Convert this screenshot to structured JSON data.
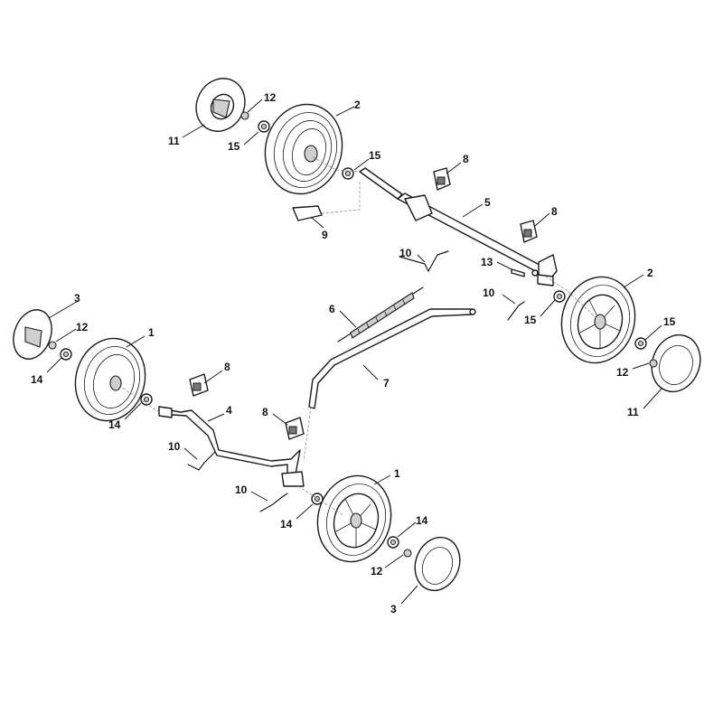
{
  "labels": [
    {
      "id": "c-11a",
      "text": "11"
    },
    {
      "id": "c-12a",
      "text": "12"
    },
    {
      "id": "c-15a",
      "text": "15"
    },
    {
      "id": "c-2a",
      "text": "2"
    },
    {
      "id": "c-15b",
      "text": "15"
    },
    {
      "id": "c-8a",
      "text": "8"
    },
    {
      "id": "c-5",
      "text": "5"
    },
    {
      "id": "c-8b",
      "text": "8"
    },
    {
      "id": "c-9",
      "text": "9"
    },
    {
      "id": "c-10a",
      "text": "10"
    },
    {
      "id": "c-13",
      "text": "13"
    },
    {
      "id": "c-2b",
      "text": "2"
    },
    {
      "id": "c-10b",
      "text": "10"
    },
    {
      "id": "c-15c",
      "text": "15"
    },
    {
      "id": "c-15d",
      "text": "15"
    },
    {
      "id": "c-12b",
      "text": "12"
    },
    {
      "id": "c-11b",
      "text": "11"
    },
    {
      "id": "c-6",
      "text": "6"
    },
    {
      "id": "c-7",
      "text": "7"
    },
    {
      "id": "c-3a",
      "text": "3"
    },
    {
      "id": "c-12c",
      "text": "12"
    },
    {
      "id": "c-1a",
      "text": "1"
    },
    {
      "id": "c-14a",
      "text": "14"
    },
    {
      "id": "c-8c",
      "text": "8"
    },
    {
      "id": "c-14b",
      "text": "14"
    },
    {
      "id": "c-4",
      "text": "4"
    },
    {
      "id": "c-8d",
      "text": "8"
    },
    {
      "id": "c-10c",
      "text": "10"
    },
    {
      "id": "c-10d",
      "text": "10"
    },
    {
      "id": "c-1b",
      "text": "1"
    },
    {
      "id": "c-14c",
      "text": "14"
    },
    {
      "id": "c-14d",
      "text": "14"
    },
    {
      "id": "c-12d",
      "text": "12"
    },
    {
      "id": "c-3b",
      "text": "3"
    }
  ]
}
